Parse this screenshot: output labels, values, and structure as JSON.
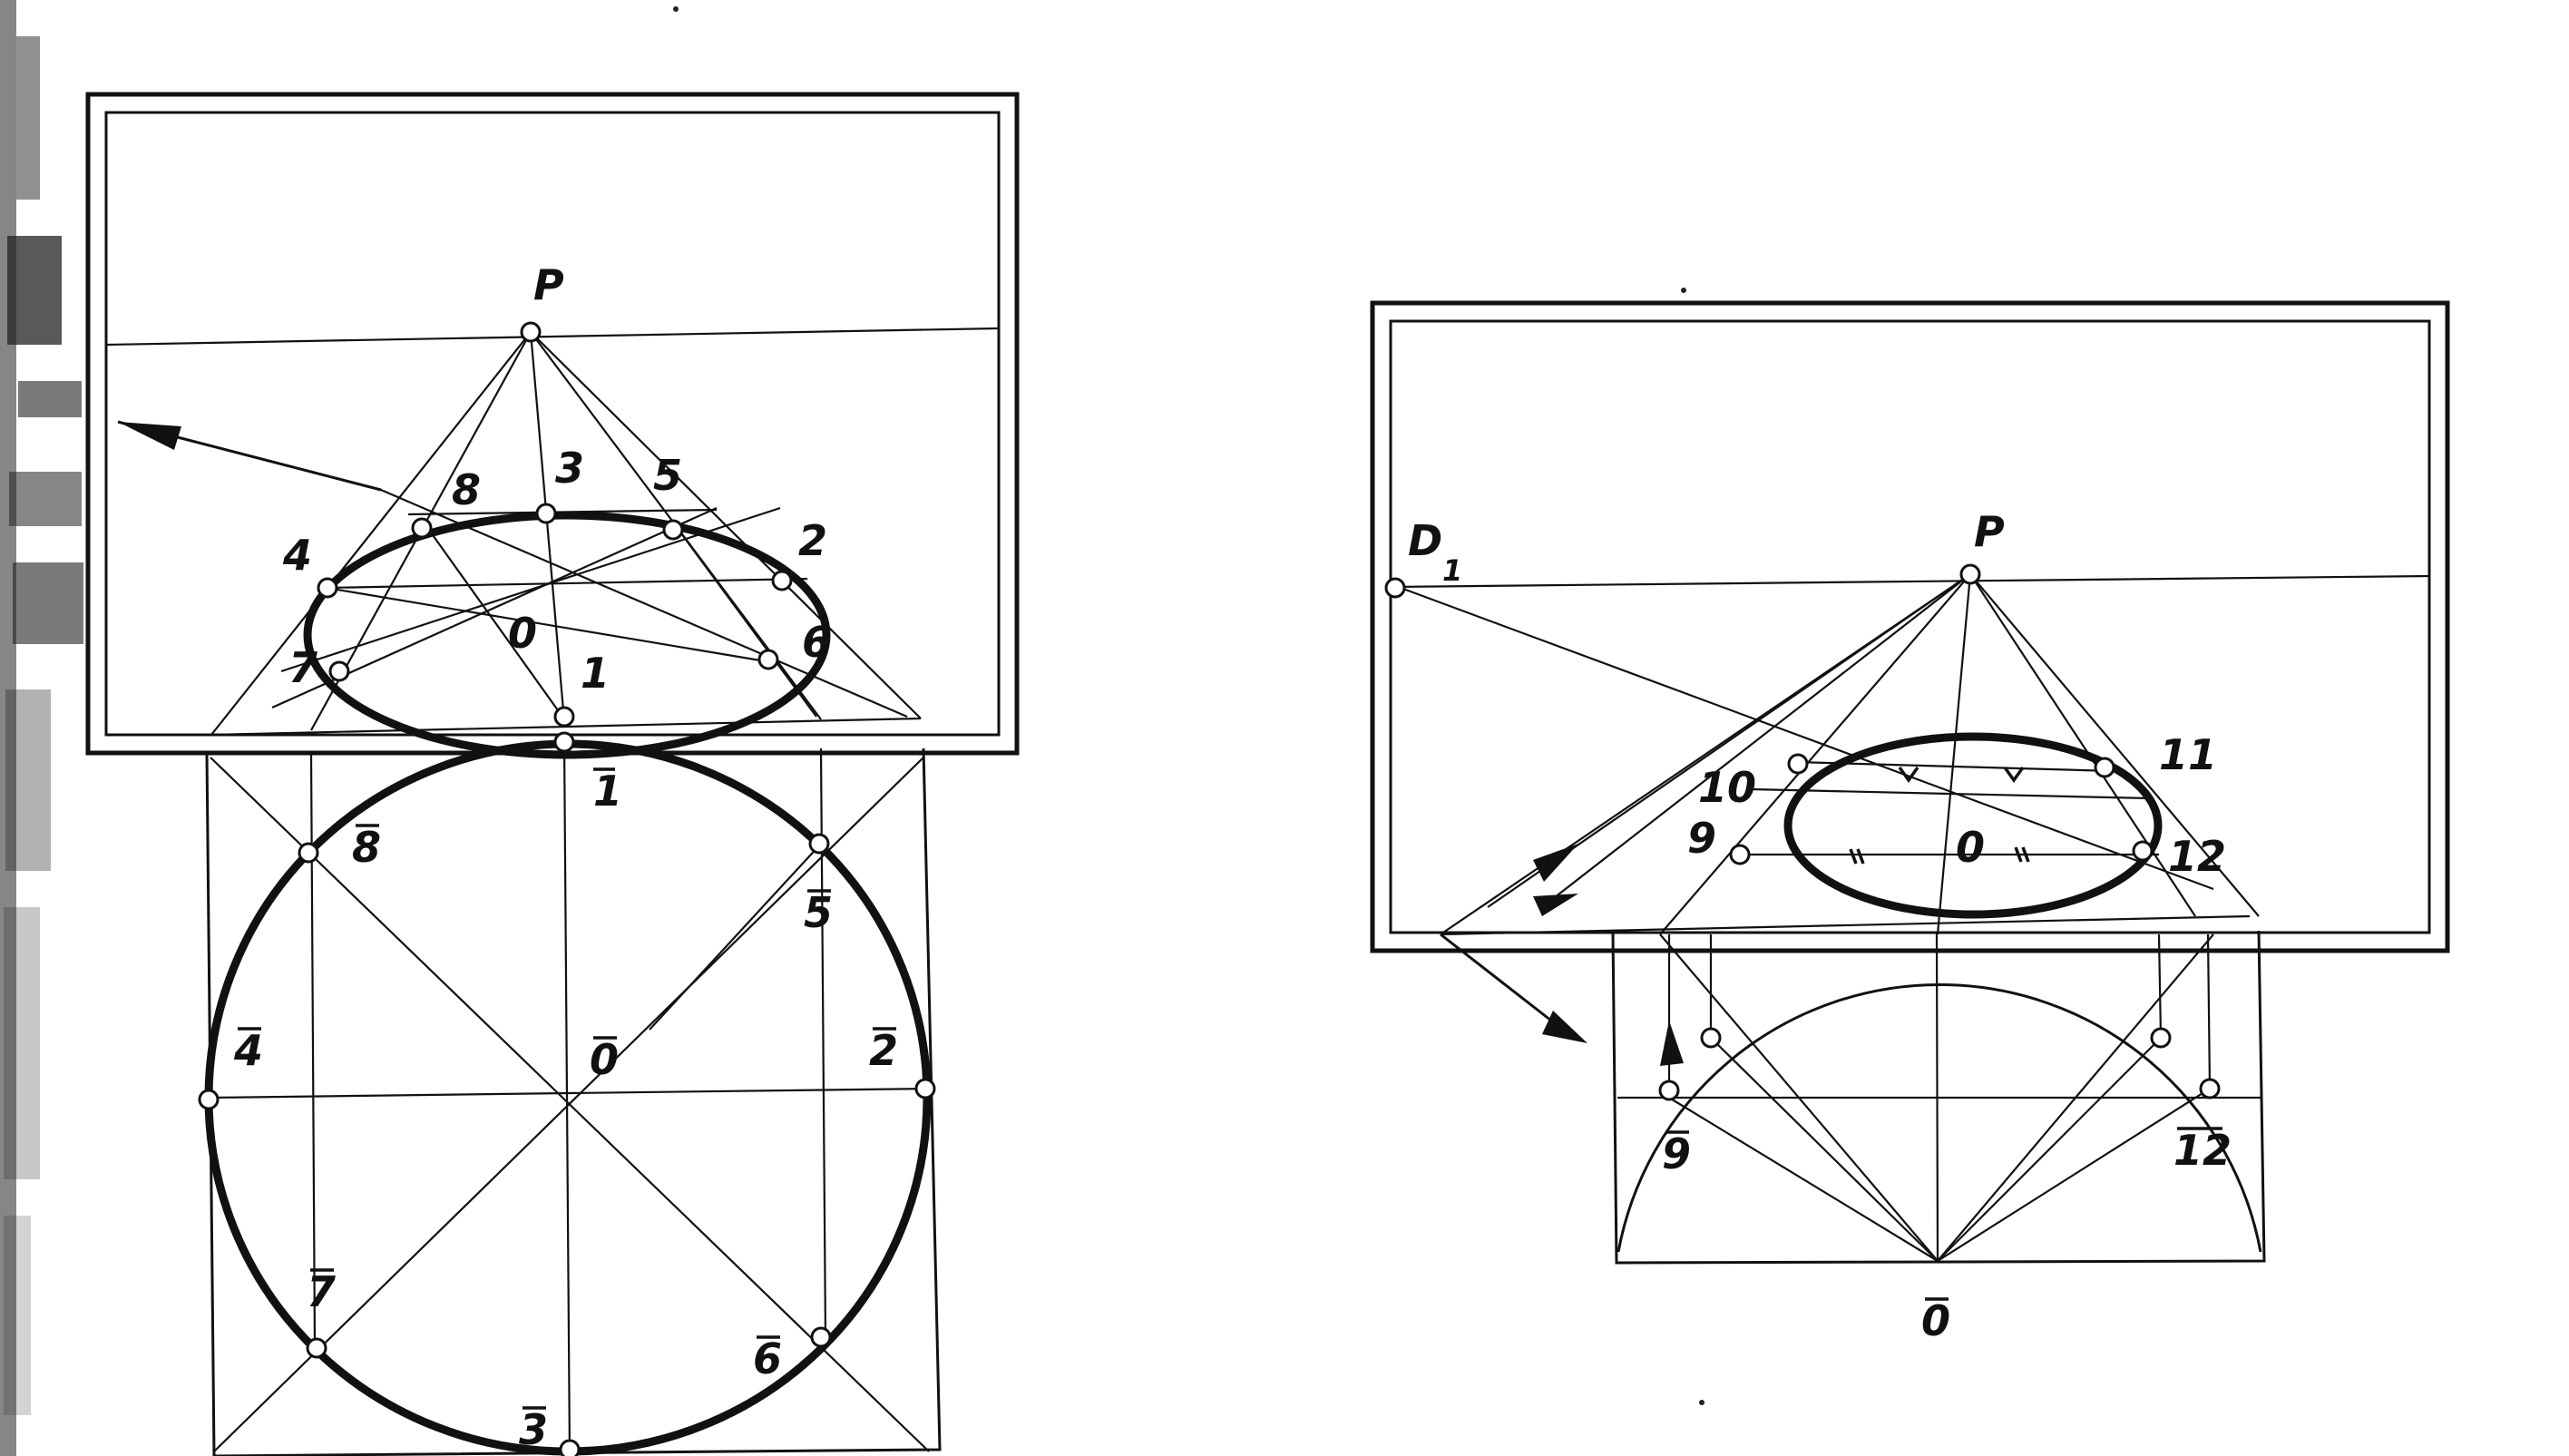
{
  "figure_left": {
    "labels": {
      "P": "P",
      "p1": "1",
      "p2": "2",
      "p3": "3",
      "p4": "4",
      "p5": "5",
      "p6": "6",
      "p7": "7",
      "p8": "8",
      "O": "0",
      "b1": "1",
      "b2": "2",
      "b3": "3",
      "b4": "4",
      "b5": "5",
      "b6": "6",
      "b7": "7",
      "b8": "8",
      "bO": "0"
    }
  },
  "figure_right": {
    "labels": {
      "P": "P",
      "D1": "D",
      "D1_sub": "1",
      "p9": "9",
      "p10": "10",
      "p11": "11",
      "p12": "12",
      "O": "0",
      "b9": "9",
      "b12": "12",
      "bO": "0"
    }
  },
  "colors": {
    "ink": "#111111",
    "paper": "#ffffff"
  }
}
